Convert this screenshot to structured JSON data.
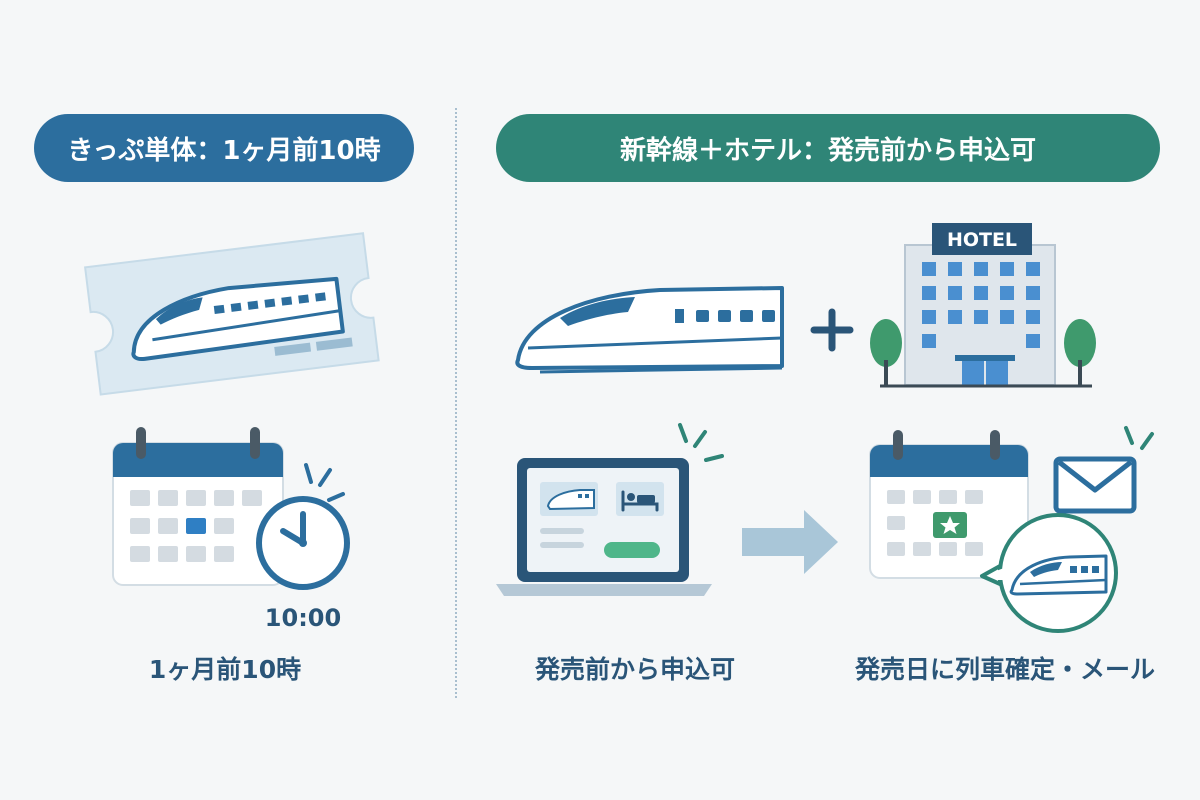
{
  "left_panel": {
    "header": "きっぷ単体：1ヶ月前10時",
    "clock_time": "10:00",
    "caption": "1ヶ月前10時"
  },
  "right_panel": {
    "header": "新幹線＋ホテル：発売前から申込可",
    "hotel_sign": "HOTEL",
    "caption_apply": "発売前から申込可",
    "caption_confirm": "発売日に列車確定・メール"
  },
  "colors": {
    "blue": "#2c6e9e",
    "teal": "#2f8577",
    "ticket": "#dbe9f2",
    "arrow": "#a9c6d8"
  }
}
